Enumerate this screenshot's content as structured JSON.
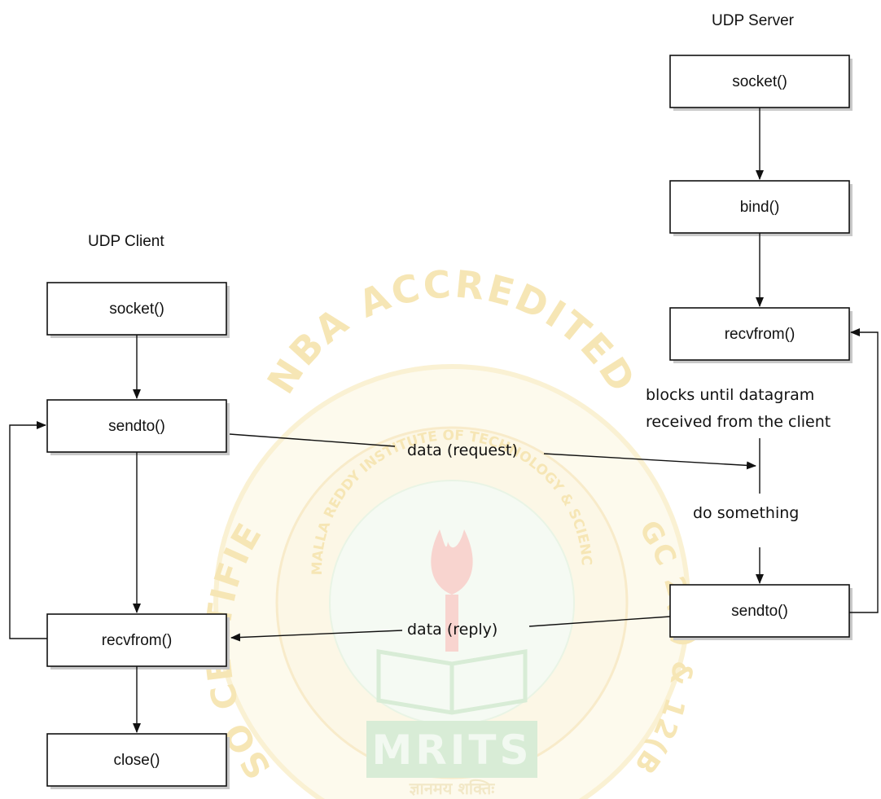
{
  "client": {
    "title": "UDP Client",
    "boxes": {
      "socket": "socket()",
      "sendto": "sendto()",
      "recvfrom": "recvfrom()",
      "close": "close()"
    }
  },
  "server": {
    "title": "UDP Server",
    "boxes": {
      "socket": "socket()",
      "bind": "bind()",
      "recvfrom": "recvfrom()",
      "sendto": "sendto()"
    },
    "block_note": [
      "blocks until datagram",
      "received from the client"
    ],
    "process_note": "do something"
  },
  "messages": {
    "request": "data (request)",
    "reply": "data (reply)"
  },
  "watermark": {
    "top_arc": "NBA ACCREDITED",
    "inner_arc": "MALLA REDDY INSTITUTE OF TECHNOLOGY & SCIENCE",
    "left_arc": "ISO CERTIFIED",
    "right_arc": "UGC 2(F) & 12(B)",
    "logo": "MRITS",
    "motto": "ज्ञानमय शक्तिः"
  },
  "colors": {
    "line": "#111111",
    "box_fill": "#ffffff",
    "shadow": "#c9c9c9",
    "watermark_gold": "#f3d98a",
    "watermark_green": "#a9d8a9",
    "watermark_red": "#f0a7a0"
  }
}
